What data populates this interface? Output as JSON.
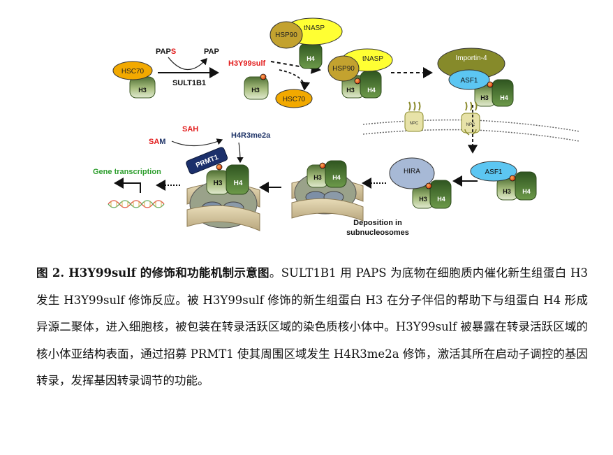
{
  "figure": {
    "labels": {
      "paps_prefix": "PAP",
      "paps_s": "S",
      "pap": "PAP",
      "sult1b1": "SULT1B1",
      "h3y99sulf": "H3Y99sulf",
      "hsc70": "HSC70",
      "hsp90": "HSP90",
      "tnasp": "tNASP",
      "importin": "Importin-4",
      "asf1": "ASF1",
      "npc": "NPC",
      "hira": "HIRA",
      "h3": "H3",
      "h4": "H4",
      "sah": "SAH",
      "sam_s": "SA",
      "sam_m": "M",
      "h4r3me2a": "H4R3me2a",
      "prmt1": "PRMT1",
      "gene_transcription": "Gene transcription",
      "deposition_line1": "Deposition in",
      "deposition_line2": "subnucleosomes"
    },
    "colors": {
      "hsc70": "#f2a900",
      "hsp90": "#c3a22f",
      "tnasp": "#ffff33",
      "importin": "#868a2a",
      "asf1": "#5cc6f2",
      "hira": "#a7b9d6",
      "h3_dark": "#4f6f34",
      "h3_light": "#cbd9a8",
      "h4": "#3f6a2c",
      "prmt1": "#1b2f6b",
      "red_text": "#e21a1a",
      "green_text": "#2e9e2e",
      "navy_text": "#1f3468",
      "sulf_dot": "#e84a10"
    }
  },
  "caption": {
    "label": "图 2. H3Y99sulf 的修饰和功能机制示意图",
    "text": "。SULT1B1 用 PAPS 为底物在细胞质内催化新生组蛋白 H3 发生 H3Y99sulf 修饰反应。被 H3Y99sulf 修饰的新生组蛋白 H3 在分子伴侣的帮助下与组蛋白 H4 形成异源二聚体，进入细胞核，被包装在转录活跃区域的染色质核小体中。H3Y99sulf 被暴露在转录活跃区域的核小体亚结构表面，通过招募 PRMT1 使其周围区域发生 H4R3me2a 修饰，激活其所在启动子调控的基因转录，发挥基因转录调节的功能。"
  }
}
